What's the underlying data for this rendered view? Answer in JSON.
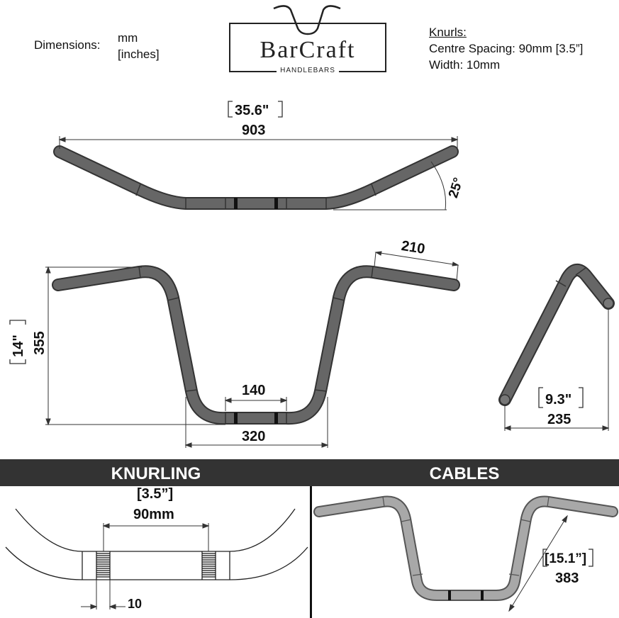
{
  "header": {
    "dimensions_label": "Dimensions:",
    "units_mm": "mm",
    "units_inches": "[inches]",
    "logo": {
      "name": "BarCraft",
      "tagline": "HANDLEBARS"
    },
    "knurls": {
      "title": "Knurls:",
      "centre_spacing": "Centre Spacing: 90mm [3.5”]",
      "width": "Width: 10mm"
    }
  },
  "top_view": {
    "width_in": "35.6\"",
    "width_mm": "903",
    "angle": "25°"
  },
  "front_view": {
    "rise_in": "14\"",
    "rise_mm": "355",
    "grip_mm": "210",
    "center_mm": "140",
    "base_mm": "320"
  },
  "side_view": {
    "pullback_in": "9.3\"",
    "pullback_mm": "235"
  },
  "sections": {
    "knurling": {
      "title": "KNURLING",
      "spacing_in": "[3.5”]",
      "spacing_mm": "90mm",
      "knurl_width": "10"
    },
    "cables": {
      "title": "CABLES",
      "length_in": "[15.1”]",
      "length_mm": "383"
    }
  },
  "colors": {
    "tube": "#5a5a5a",
    "tube_light": "#8a8a8a",
    "knurl": "#111111",
    "band": "#333333"
  }
}
